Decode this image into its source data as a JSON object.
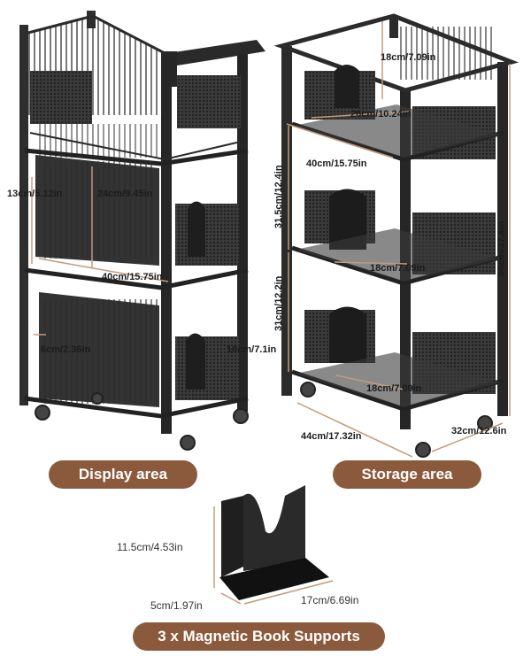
{
  "labels": {
    "display_area": "Display area",
    "storage_area": "Storage area",
    "book_supports": "3 x Magnetic Book Supports"
  },
  "display_dims": {
    "d13": "13cm/5.12in",
    "d24": "24cm/9.45in",
    "d40": "40cm/15.75in",
    "d6": "6cm/2.36in",
    "d18": "18cm/7.1in"
  },
  "storage_dims": {
    "d18a": "18cm/7.09in",
    "d26": "26cm/10.24in",
    "d40": "40cm/15.75in",
    "d315": "31.5cm/12.4in",
    "d18b": "18cm/7.09in",
    "d95": "95cm/37.4in",
    "d31": "31cm/12.2in",
    "d18c": "18cm/7.09in",
    "d44": "44cm/17.32in",
    "d32": "32cm/12.6in"
  },
  "support_dims": {
    "d115": "11.5cm/4.53in",
    "d5": "5cm/1.97in",
    "d17": "17cm/6.69in"
  },
  "colors": {
    "frame": "#2b2b2b",
    "accent": "#8b5a3c",
    "dimension_line": "#c49a7a"
  }
}
